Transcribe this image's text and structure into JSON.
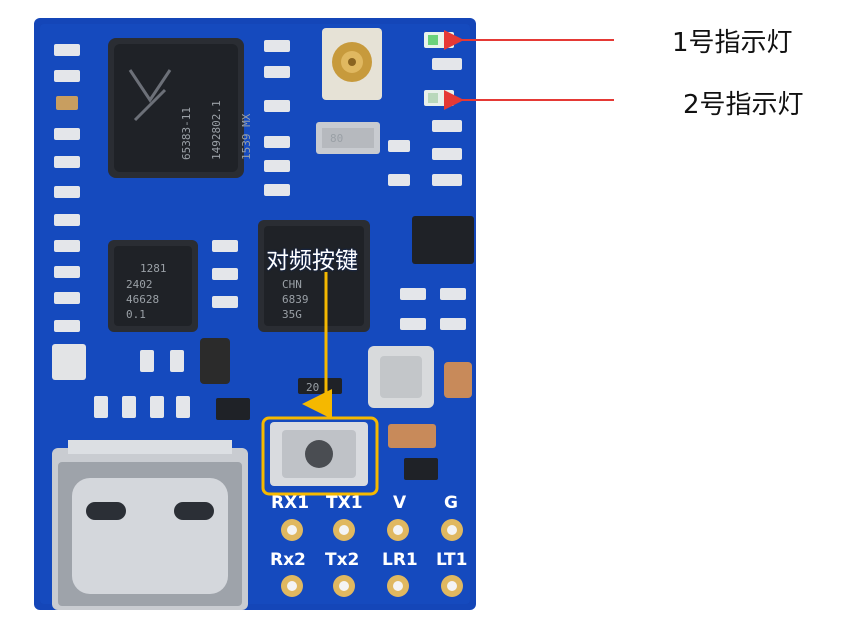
{
  "labels": {
    "indicator_1": "1号指示灯",
    "indicator_2": "2号指示灯",
    "freq_button": "对频按键"
  },
  "silkscreen": {
    "row1": [
      "RX1",
      "TX1",
      "V",
      "G"
    ],
    "row2": [
      "Rx2",
      "Tx2",
      "LR1",
      "LT1"
    ],
    "mark_20": "20"
  },
  "chips": {
    "main": [
      "65383-11",
      "1492802.1",
      "1539  MX"
    ],
    "left": [
      "1281",
      "2402",
      "46628",
      "0.1"
    ],
    "center": [
      "CHN",
      "6839",
      "35G"
    ],
    "crystal": "80"
  },
  "colors": {
    "pcb": "#1446b8",
    "arrow_red": "#e53935",
    "arrow_yellow": "#f5b800",
    "highlight_box": "#f5b800"
  }
}
